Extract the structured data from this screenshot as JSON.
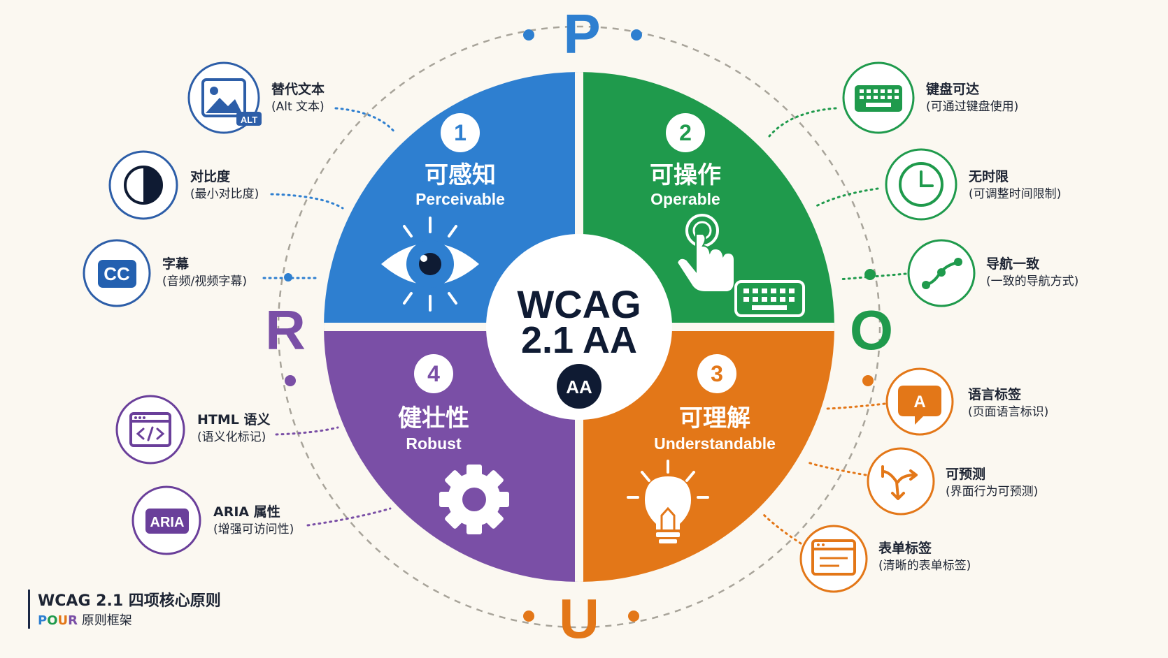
{
  "center": {
    "title_line1": "WCAG",
    "title_line2": "2.1 AA",
    "badge": "AA"
  },
  "pour_letters": {
    "top": "P",
    "right": "O",
    "bottom": "U",
    "left": "R"
  },
  "quadrants": [
    {
      "number": "1",
      "title_cn": "可感知",
      "title_en": "Perceivable",
      "color": "#2e7fd0"
    },
    {
      "number": "2",
      "title_cn": "可操作",
      "title_en": "Operable",
      "color": "#1f9a4c"
    },
    {
      "number": "3",
      "title_cn": "可理解",
      "title_en": "Understandable",
      "color": "#e37718"
    },
    {
      "number": "4",
      "title_cn": "健壮性",
      "title_en": "Robust",
      "color": "#7a4fa6"
    }
  ],
  "features": {
    "alt_text": {
      "title": "替代文本",
      "sub": "(Alt 文本)",
      "icon_badge": "ALT"
    },
    "contrast": {
      "title": "对比度",
      "sub": "(最小对比度)"
    },
    "captions": {
      "title": "字幕",
      "sub": "(音频/视频字幕)",
      "icon_text": "CC"
    },
    "keyboard": {
      "title": "键盘可达",
      "sub": "(可通过键盘使用)"
    },
    "no_time_limit": {
      "title": "无时限",
      "sub": "(可调整时间限制)"
    },
    "navigation": {
      "title": "导航一致",
      "sub": "(一致的导航方式)"
    },
    "language": {
      "title": "语言标签",
      "sub": "(页面语言标识)",
      "icon_text": "A"
    },
    "predictable": {
      "title": "可预测",
      "sub": "(界面行为可预测)"
    },
    "form_labels": {
      "title": "表单标签",
      "sub": "(清晰的表单标签)"
    },
    "html_semantics": {
      "title": "HTML 语义",
      "sub": "(语义化标记)"
    },
    "aria": {
      "title": "ARIA 属性",
      "sub": "(增强可访问性)",
      "icon_text": "ARIA"
    }
  },
  "footer": {
    "title": "WCAG 2.1 四项核心原则",
    "pour": [
      "P",
      "O",
      "U",
      "R"
    ],
    "subtitle": "原则框架"
  },
  "colors": {
    "blue": "#2e7fd0",
    "green": "#1f9a4c",
    "orange": "#e37718",
    "purple": "#7a4fa6",
    "navy": "#0f1b33",
    "background": "#fbf8f1"
  }
}
